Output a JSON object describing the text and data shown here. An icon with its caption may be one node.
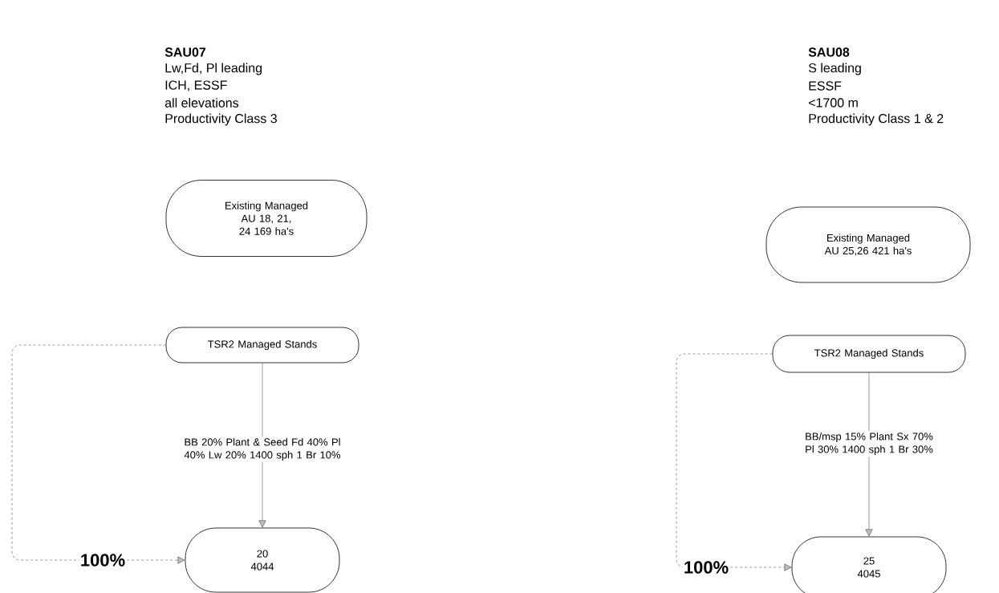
{
  "diagram": {
    "nodes": [
      {
        "text": [
          "Existing Managed AU 18, 21, 24 169 ha's"
        ]
      },
      {
        "text": [
          "TSR2 Managed Stands"
        ]
      },
      {
        "text": [
          "20 4044"
        ]
      },
      {
        "text": [
          "Existing Managed AU 25,26 421 ha's"
        ]
      },
      {
        "text": [
          "TSR2 Managed Stands"
        ]
      },
      {
        "text": [
          "25 4045"
        ]
      }
    ],
    "edges": [
      {
        "from": 1,
        "to": 2,
        "arrow": "to",
        "label": "BB 20% Plant & Seed Fd 40% Pl 40% Lw 20% 1400 sph 1 Br 10%"
      },
      {
        "from": 1,
        "to": 2,
        "arrow": "to",
        "style": "dashed",
        "label": "100%"
      },
      {
        "from": 4,
        "to": 5,
        "arrow": "to",
        "label": "BB/msp 15% Plant Sx 70% Pl 30% 1400 sph 1 Br 30%"
      },
      {
        "from": 4,
        "to": 5,
        "arrow": "to",
        "style": "dashed",
        "label": "100%"
      }
    ],
    "labels": [
      "SAU07",
      "Lw,Fd, Pl leading",
      "ICH, ESSF",
      "all elevations",
      "Productivity Class 3",
      "SAU08",
      "S leading",
      "ESSF",
      "<1700 m",
      "Productivity Class 1 & 2"
    ]
  }
}
